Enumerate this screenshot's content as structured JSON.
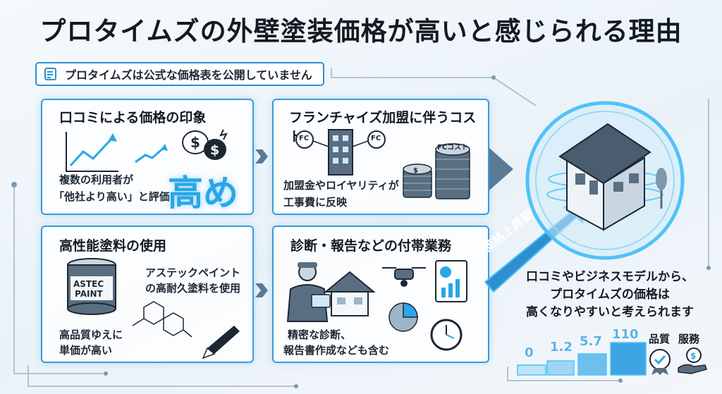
{
  "title": "プロタイムズの外壁塗装価格が高いと感じられる理由",
  "notice": "プロタイムズは公式な価格表を公開していません",
  "panels": {
    "reviews": {
      "title": "口コミによる価格の印象",
      "text1": "複数の利用者が",
      "text2": "「他社より高い」と評価",
      "big": "高め"
    },
    "franchise": {
      "title": "フランチャイズ加盟に伴うコスト",
      "text1": "加盟金やロイヤリティが",
      "text2": "工事費に反映",
      "fc": "FC",
      "fc_cost": "FCコスト"
    },
    "paint": {
      "title": "高性能塗料の使用",
      "text1": "アステックペイント",
      "text2": "の高耐久塗料を使用",
      "text3": "高品質ゆえに",
      "text4": "単価が高い",
      "can1": "ASTEC",
      "can2": "PAINT"
    },
    "diagnosis": {
      "title": "診断・報告などの付帯業務",
      "text1": "精密な診断、",
      "text2": "報告書作成なども含む"
    }
  },
  "arrow_label": "価格上昇要因",
  "summary": {
    "line1": "口コミやビジネスモデルから、",
    "line2": "プロタイムズの価格は",
    "line3": "高くなりやすいと考えられます"
  },
  "bars": [
    "0",
    "1.2",
    "5.7",
    "110"
  ],
  "icons": {
    "quality": "品質",
    "service": "服務"
  },
  "colors": {
    "accent": "#3a9ad8",
    "glow": "#4fc3f7",
    "text": "#141a22"
  }
}
